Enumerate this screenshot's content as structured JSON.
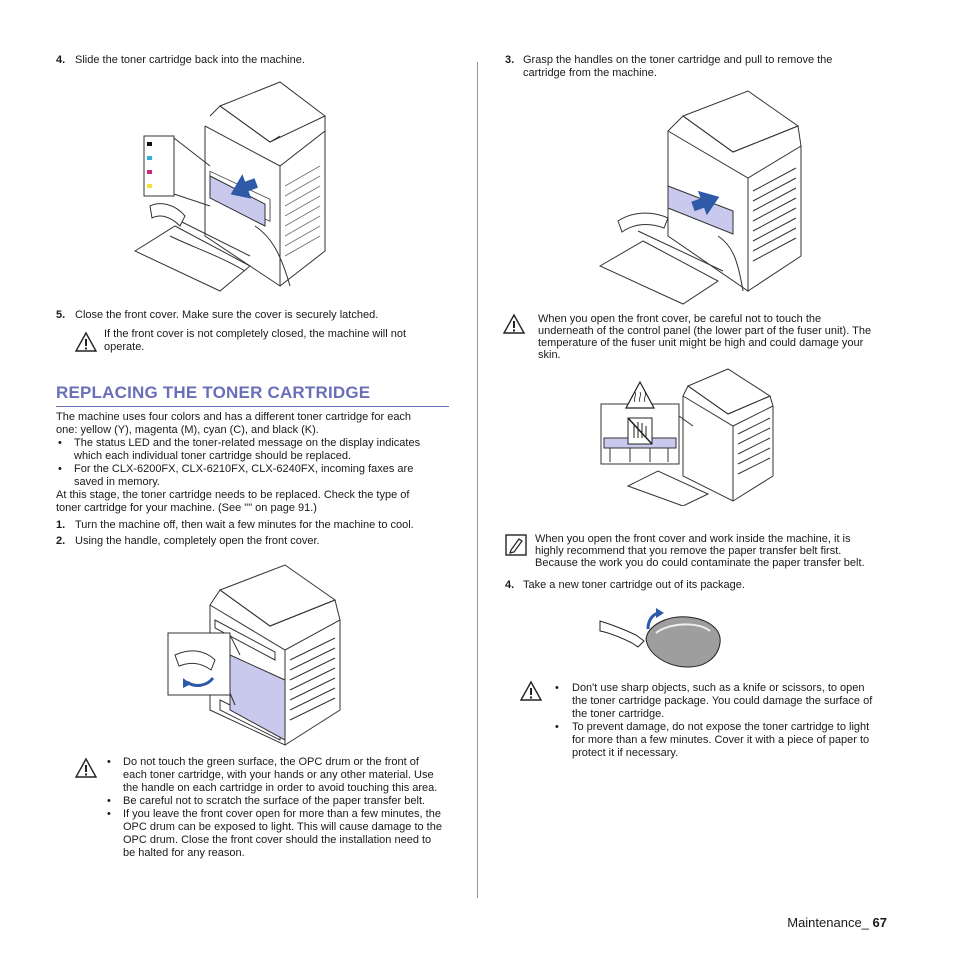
{
  "left": {
    "step4": {
      "num": "4.",
      "text": "Slide the toner cartridge back into the machine."
    },
    "step5": {
      "num": "5.",
      "text": "Close the front cover. Make sure the cover is securely latched."
    },
    "caution_cover": {
      "line1": "If the front cover is not completely closed, the machine will not",
      "line2": "operate."
    },
    "heading": "REPLACING THE TONER CARTRIDGE",
    "intro": {
      "line1": "The machine uses four colors and has a different toner cartridge for each",
      "line2": "one: yellow (Y), magenta (M), cyan (C), and black (K)."
    },
    "bullets": [
      {
        "line1": "The status LED and the toner-related message on the display indicates",
        "line2": "which each individual toner cartridge should be replaced."
      },
      {
        "line1": "For the CLX-6200FX, CLX-6210FX, CLX-6240FX, incoming faxes are",
        "line2": "saved in memory."
      }
    ],
    "stage": {
      "line1": "At this stage, the toner cartridge needs to be replaced. Check the type of",
      "line2": "toner cartridge for your machine. (See \"\" on page 91.)"
    },
    "step1": {
      "num": "1.",
      "text": "Turn the machine off, then wait a few minutes for the machine to cool."
    },
    "step2": {
      "num": "2.",
      "text": "Using the handle, completely open the front cover."
    },
    "caution_list": [
      {
        "lines": [
          "Do not touch the green surface, the OPC drum or the front of",
          "each toner cartridge, with your hands or any other material. Use",
          "the handle on each cartridge in order to avoid touching this area."
        ]
      },
      {
        "lines": [
          "Be careful not to scratch the surface of the paper transfer belt."
        ]
      },
      {
        "lines": [
          "If you leave the front cover open for more than a few minutes, the",
          "OPC drum can be exposed to light. This will cause damage to the",
          "OPC drum. Close the front cover should the installation need to",
          "be halted for any reason."
        ]
      }
    ]
  },
  "right": {
    "step3": {
      "num": "3.",
      "line1": "Grasp the handles on the toner cartridge and pull to remove the",
      "line2": "cartridge from the machine."
    },
    "caution_fuser": {
      "lines": [
        "When you open the front cover, be careful not to touch the",
        "underneath of the control panel (the lower part of the fuser unit). The",
        "temperature of the fuser unit might be high and could damage your",
        "skin."
      ]
    },
    "note_belt": {
      "lines": [
        "When you open the front cover and work inside the machine, it is",
        "highly recommend that you remove the paper transfer belt first.",
        "Because the work you do could contaminate the paper transfer belt."
      ]
    },
    "step4": {
      "num": "4.",
      "text": "Take a new toner cartridge out of its package."
    },
    "caution_package": [
      {
        "lines": [
          "Don't use sharp objects, such as a knife or scissors, to open",
          "the toner cartridge package. You could damage the surface of",
          "the toner cartridge."
        ]
      },
      {
        "lines": [
          "To prevent damage, do not expose the toner cartridge to light",
          "for more than a few minutes. Cover it with a piece of paper to",
          "protect it if necessary."
        ]
      }
    ]
  },
  "footer": {
    "section": "Maintenance_",
    "page": "67"
  },
  "colors": {
    "heading": "#6a6fb8",
    "arrow": "#2e5aa8",
    "cartridge_highlight": "#c8c9ec"
  },
  "icons": [
    "caution-icon",
    "note-icon"
  ]
}
